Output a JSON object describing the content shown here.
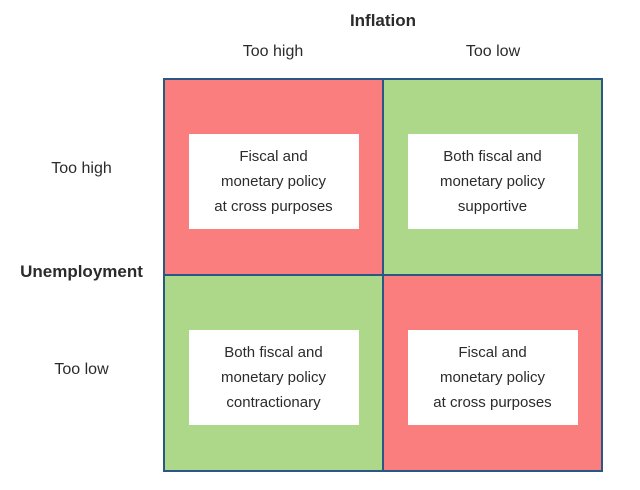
{
  "colors": {
    "red": "#FB7E7E",
    "green": "#ADD88A",
    "grid_line": "#2A5783",
    "text": "#2B2B2B",
    "box_bg": "#FFFFFF"
  },
  "axes": {
    "inflation": {
      "title": "Inflation",
      "too_high": "Too high",
      "too_low": "Too low"
    },
    "unemployment": {
      "title": "Unemployment",
      "too_high": "Too high",
      "too_low": "Too low"
    }
  },
  "quadrants": {
    "inflation_high_unemployment_high": {
      "text": "Fiscal and\nmonetary policy\nat cross purposes",
      "fill": "#FB7E7E",
      "sentiment": "negative"
    },
    "inflation_low_unemployment_high": {
      "text": "Both fiscal and\nmonetary policy\nsupportive",
      "fill": "#ADD88A",
      "sentiment": "positive"
    },
    "inflation_high_unemployment_low": {
      "text": "Both fiscal and\nmonetary policy\ncontractionary",
      "fill": "#ADD88A",
      "sentiment": "positive"
    },
    "inflation_low_unemployment_low": {
      "text": "Fiscal and\nmonetary policy\nat cross purposes",
      "fill": "#FB7E7E",
      "sentiment": "negative"
    }
  }
}
